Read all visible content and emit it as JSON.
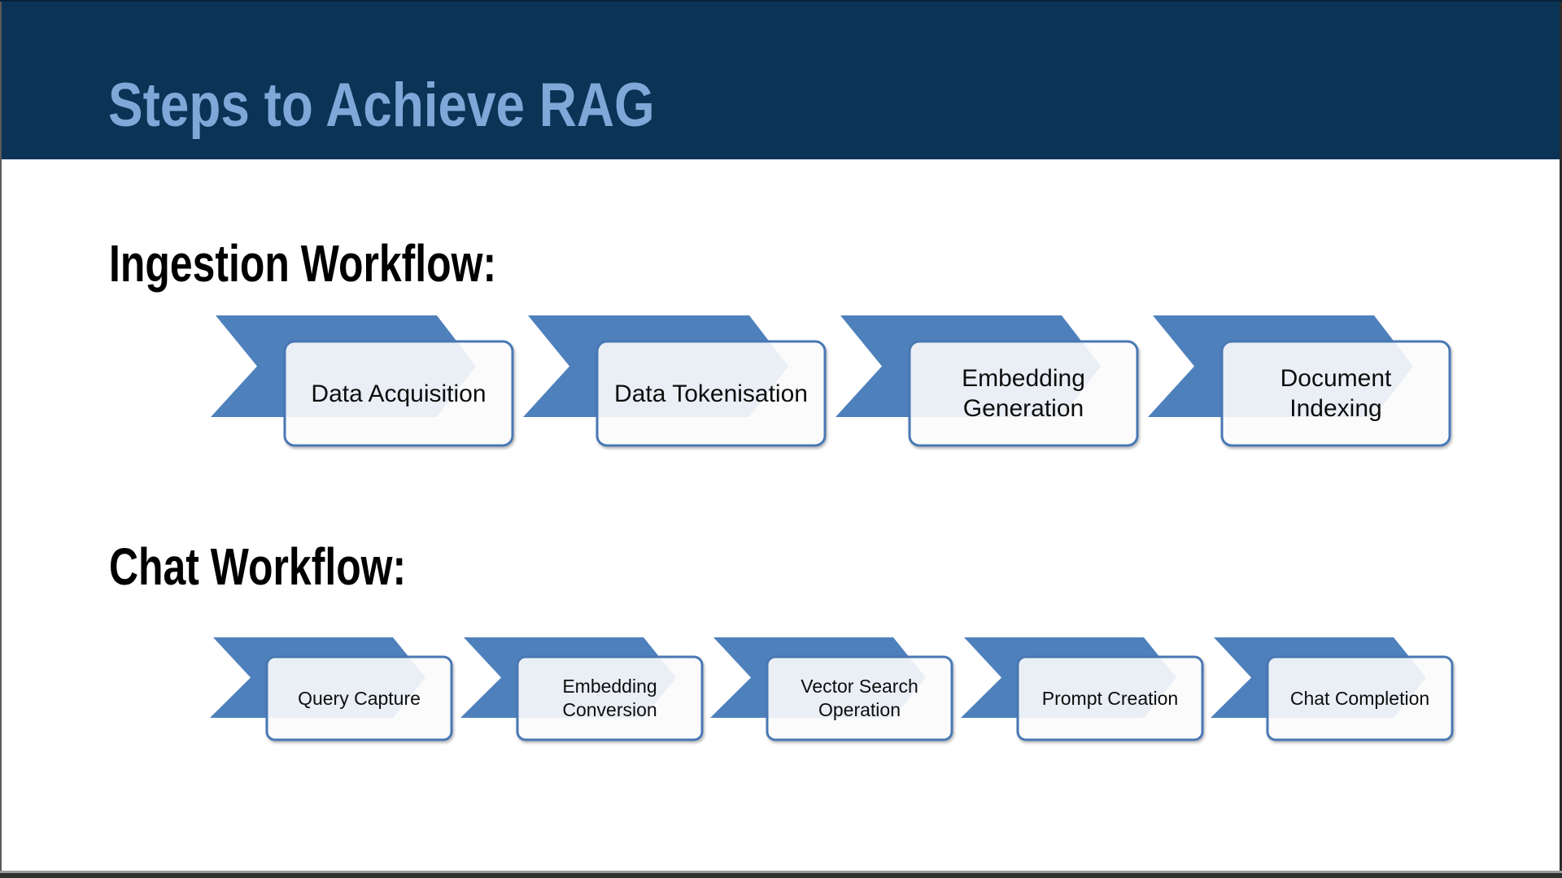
{
  "slide": {
    "title": "Steps to Achieve RAG"
  },
  "sections": [
    {
      "heading": "Ingestion Workflow:",
      "steps": [
        "Data Acquisition",
        "Data Tokenisation",
        "Embedding Generation",
        "Document Indexing"
      ]
    },
    {
      "heading": "Chat Workflow:",
      "steps": [
        "Query Capture",
        "Embedding Conversion",
        "Vector Search Operation",
        "Prompt Creation",
        "Chat Completion"
      ]
    }
  ],
  "colors": {
    "header_background": "#0b3355",
    "title_text": "#7fa8d9",
    "banner_blue": "#4e80bc",
    "box_border_blue": "#4878b3",
    "box_fill": "#ffffff",
    "box_fill_opacity": "87%",
    "heading_text": "#000000",
    "step_text": "#0d0d0d"
  }
}
